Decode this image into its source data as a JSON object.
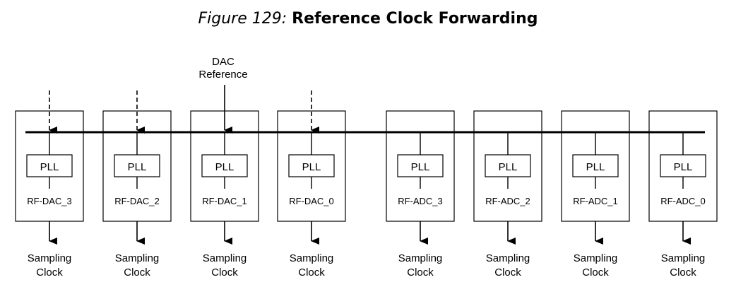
{
  "figure": {
    "number_label": "Figure 129:",
    "title": "Reference Clock Forwarding"
  },
  "reference_input": {
    "label_line1": "DAC",
    "label_line2": "Reference"
  },
  "tiles": [
    {
      "name": "RF-DAC_3",
      "pll_label": "PLL",
      "ref_input": "dashed"
    },
    {
      "name": "RF-DAC_2",
      "pll_label": "PLL",
      "ref_input": "dashed"
    },
    {
      "name": "RF-DAC_1",
      "pll_label": "PLL",
      "ref_input": "solid"
    },
    {
      "name": "RF-DAC_0",
      "pll_label": "PLL",
      "ref_input": "dashed"
    },
    {
      "name": "RF-ADC_3",
      "pll_label": "PLL",
      "ref_input": "none"
    },
    {
      "name": "RF-ADC_2",
      "pll_label": "PLL",
      "ref_input": "none"
    },
    {
      "name": "RF-ADC_1",
      "pll_label": "PLL",
      "ref_input": "none"
    },
    {
      "name": "RF-ADC_0",
      "pll_label": "PLL",
      "ref_input": "none"
    }
  ],
  "output_label": {
    "line1": "Sampling",
    "line2": "Clock"
  },
  "colors": {
    "stroke": "#000000",
    "background": "#ffffff"
  }
}
